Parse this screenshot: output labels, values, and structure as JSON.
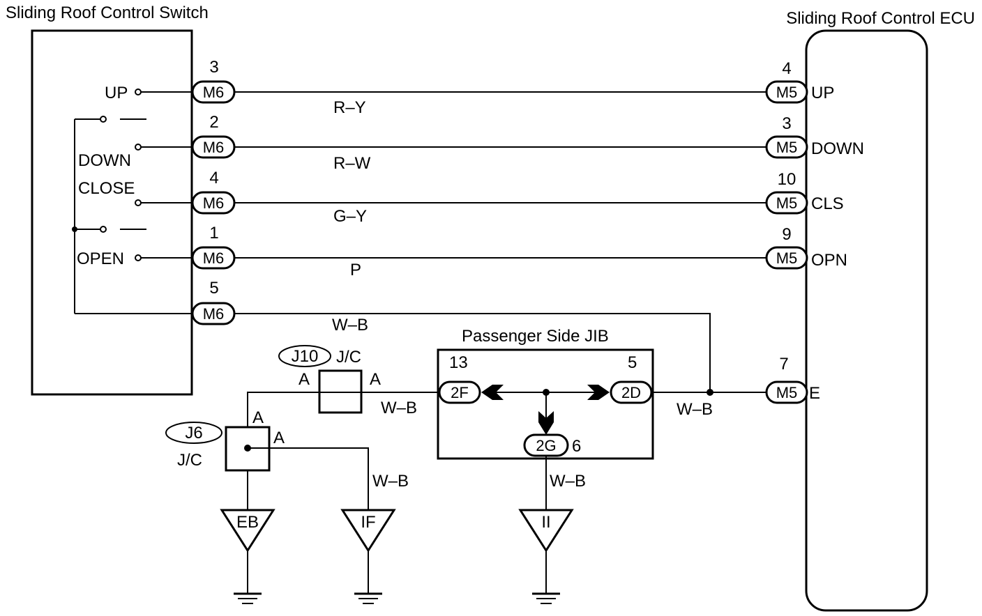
{
  "switch": {
    "title": "Sliding Roof Control Switch",
    "labels": {
      "up": "UP",
      "down": "DOWN",
      "close": "CLOSE",
      "open": "OPEN"
    }
  },
  "ecu": {
    "title": "Sliding Roof Control ECU",
    "pins": {
      "up": "UP",
      "down": "DOWN",
      "cls": "CLS",
      "opn": "OPN",
      "e": "E"
    }
  },
  "connectors": {
    "m6": "M6",
    "m5": "M5",
    "c2f": "2F",
    "c2d": "2D",
    "c2g": "2G"
  },
  "pin_numbers": {
    "m6": [
      "3",
      "2",
      "4",
      "1",
      "5"
    ],
    "m5": [
      "4",
      "3",
      "10",
      "9",
      "7"
    ],
    "jib_13": "13",
    "jib_5": "5",
    "jib_6": "6"
  },
  "wires": {
    "up": "R–Y",
    "down": "R–W",
    "close": "G–Y",
    "open": "P",
    "ground1": "W–B",
    "jc_right": "W–B",
    "jc_lower": "W–B",
    "jib_right": "W–B",
    "jib_down": "W–B"
  },
  "junctions": {
    "j10": "J10",
    "j10_type": "J/C",
    "j6": "J6",
    "j6_type": "J/C",
    "pin_a": "A"
  },
  "jib": {
    "title": "Passenger Side JIB"
  },
  "grounds": [
    "EB",
    "IF",
    "II"
  ]
}
